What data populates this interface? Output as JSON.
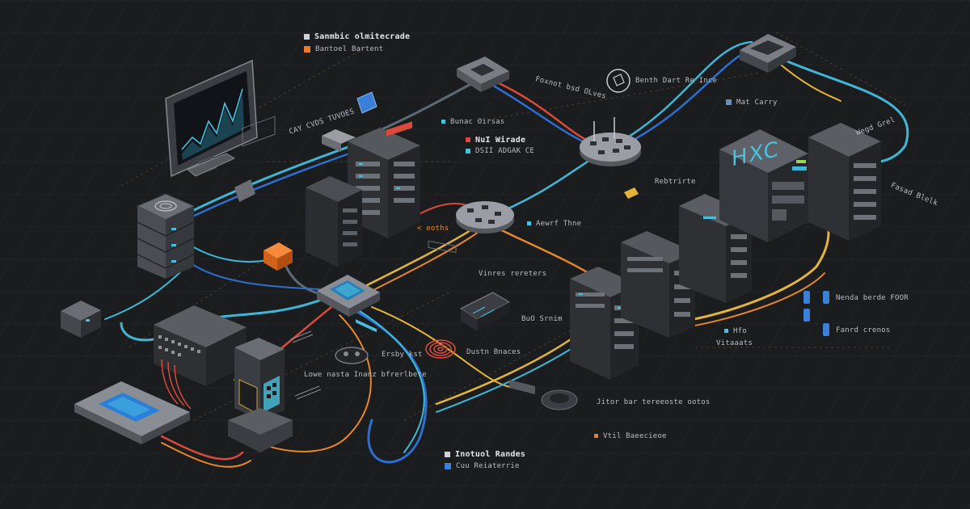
{
  "legend_top": {
    "title": "Sanmbic olmitecrade",
    "subtitle": "Bantoel Bartent"
  },
  "legend_bottom": {
    "title": "Inotuol Randes",
    "subtitle": "Cuu Reiaterrie"
  },
  "server_brand": "HXC",
  "labels": {
    "l_cav": "CAY CVDS TUVOES",
    "l_foxnot": "Foxnot bsd OLves",
    "l_bunac": "Bunac Oirsas",
    "l_nui": "NuI Wirade",
    "l_dsti": "DSII ADGAK CE",
    "l_hub_right": "Benth Dart Re Ince",
    "l_mat": "Mat Carry",
    "l_wegd": "Wegd Grel",
    "l_neptrite": "Rebtrirte",
    "l_aohs": "< eoths",
    "l_aewrf": "Aewrf Thne",
    "l_vinres": "Vinres rereters",
    "l_buo": "BuO Srnim",
    "l_dustn": "Dustn Bnaces",
    "l_erbsy": "Ersby kst",
    "l_lower": "Lowe nasta Inanz bfrerlbete",
    "l_jitor": "Jitor bar tereeoste ootos",
    "l_vtil": "Vtil Baeecieoe",
    "l_hfo": "Hfo",
    "l_vitiaaats": "Vitaaats",
    "l_nenda": "Nenda berde FOOR",
    "l_fanrd": "Fanrd crenos",
    "l_fasad": "Fasad Blelk"
  },
  "colors": {
    "background": "#1b1c1e",
    "cable_cyan": "#3fb6d6",
    "cable_blue": "#2d6fd0",
    "cable_red": "#d94a3a",
    "cable_orange": "#e8862a",
    "cable_yellow": "#e2b43a",
    "accent_orange": "#f07a2c",
    "accent_blue": "#3a7fd8"
  },
  "icons": [
    "monitor-icon",
    "server-rack-icon",
    "switch-hub-icon",
    "router-icon",
    "power-adapter-icon",
    "cable-coil-icon",
    "storage-tower-icon",
    "tablet-icon"
  ]
}
